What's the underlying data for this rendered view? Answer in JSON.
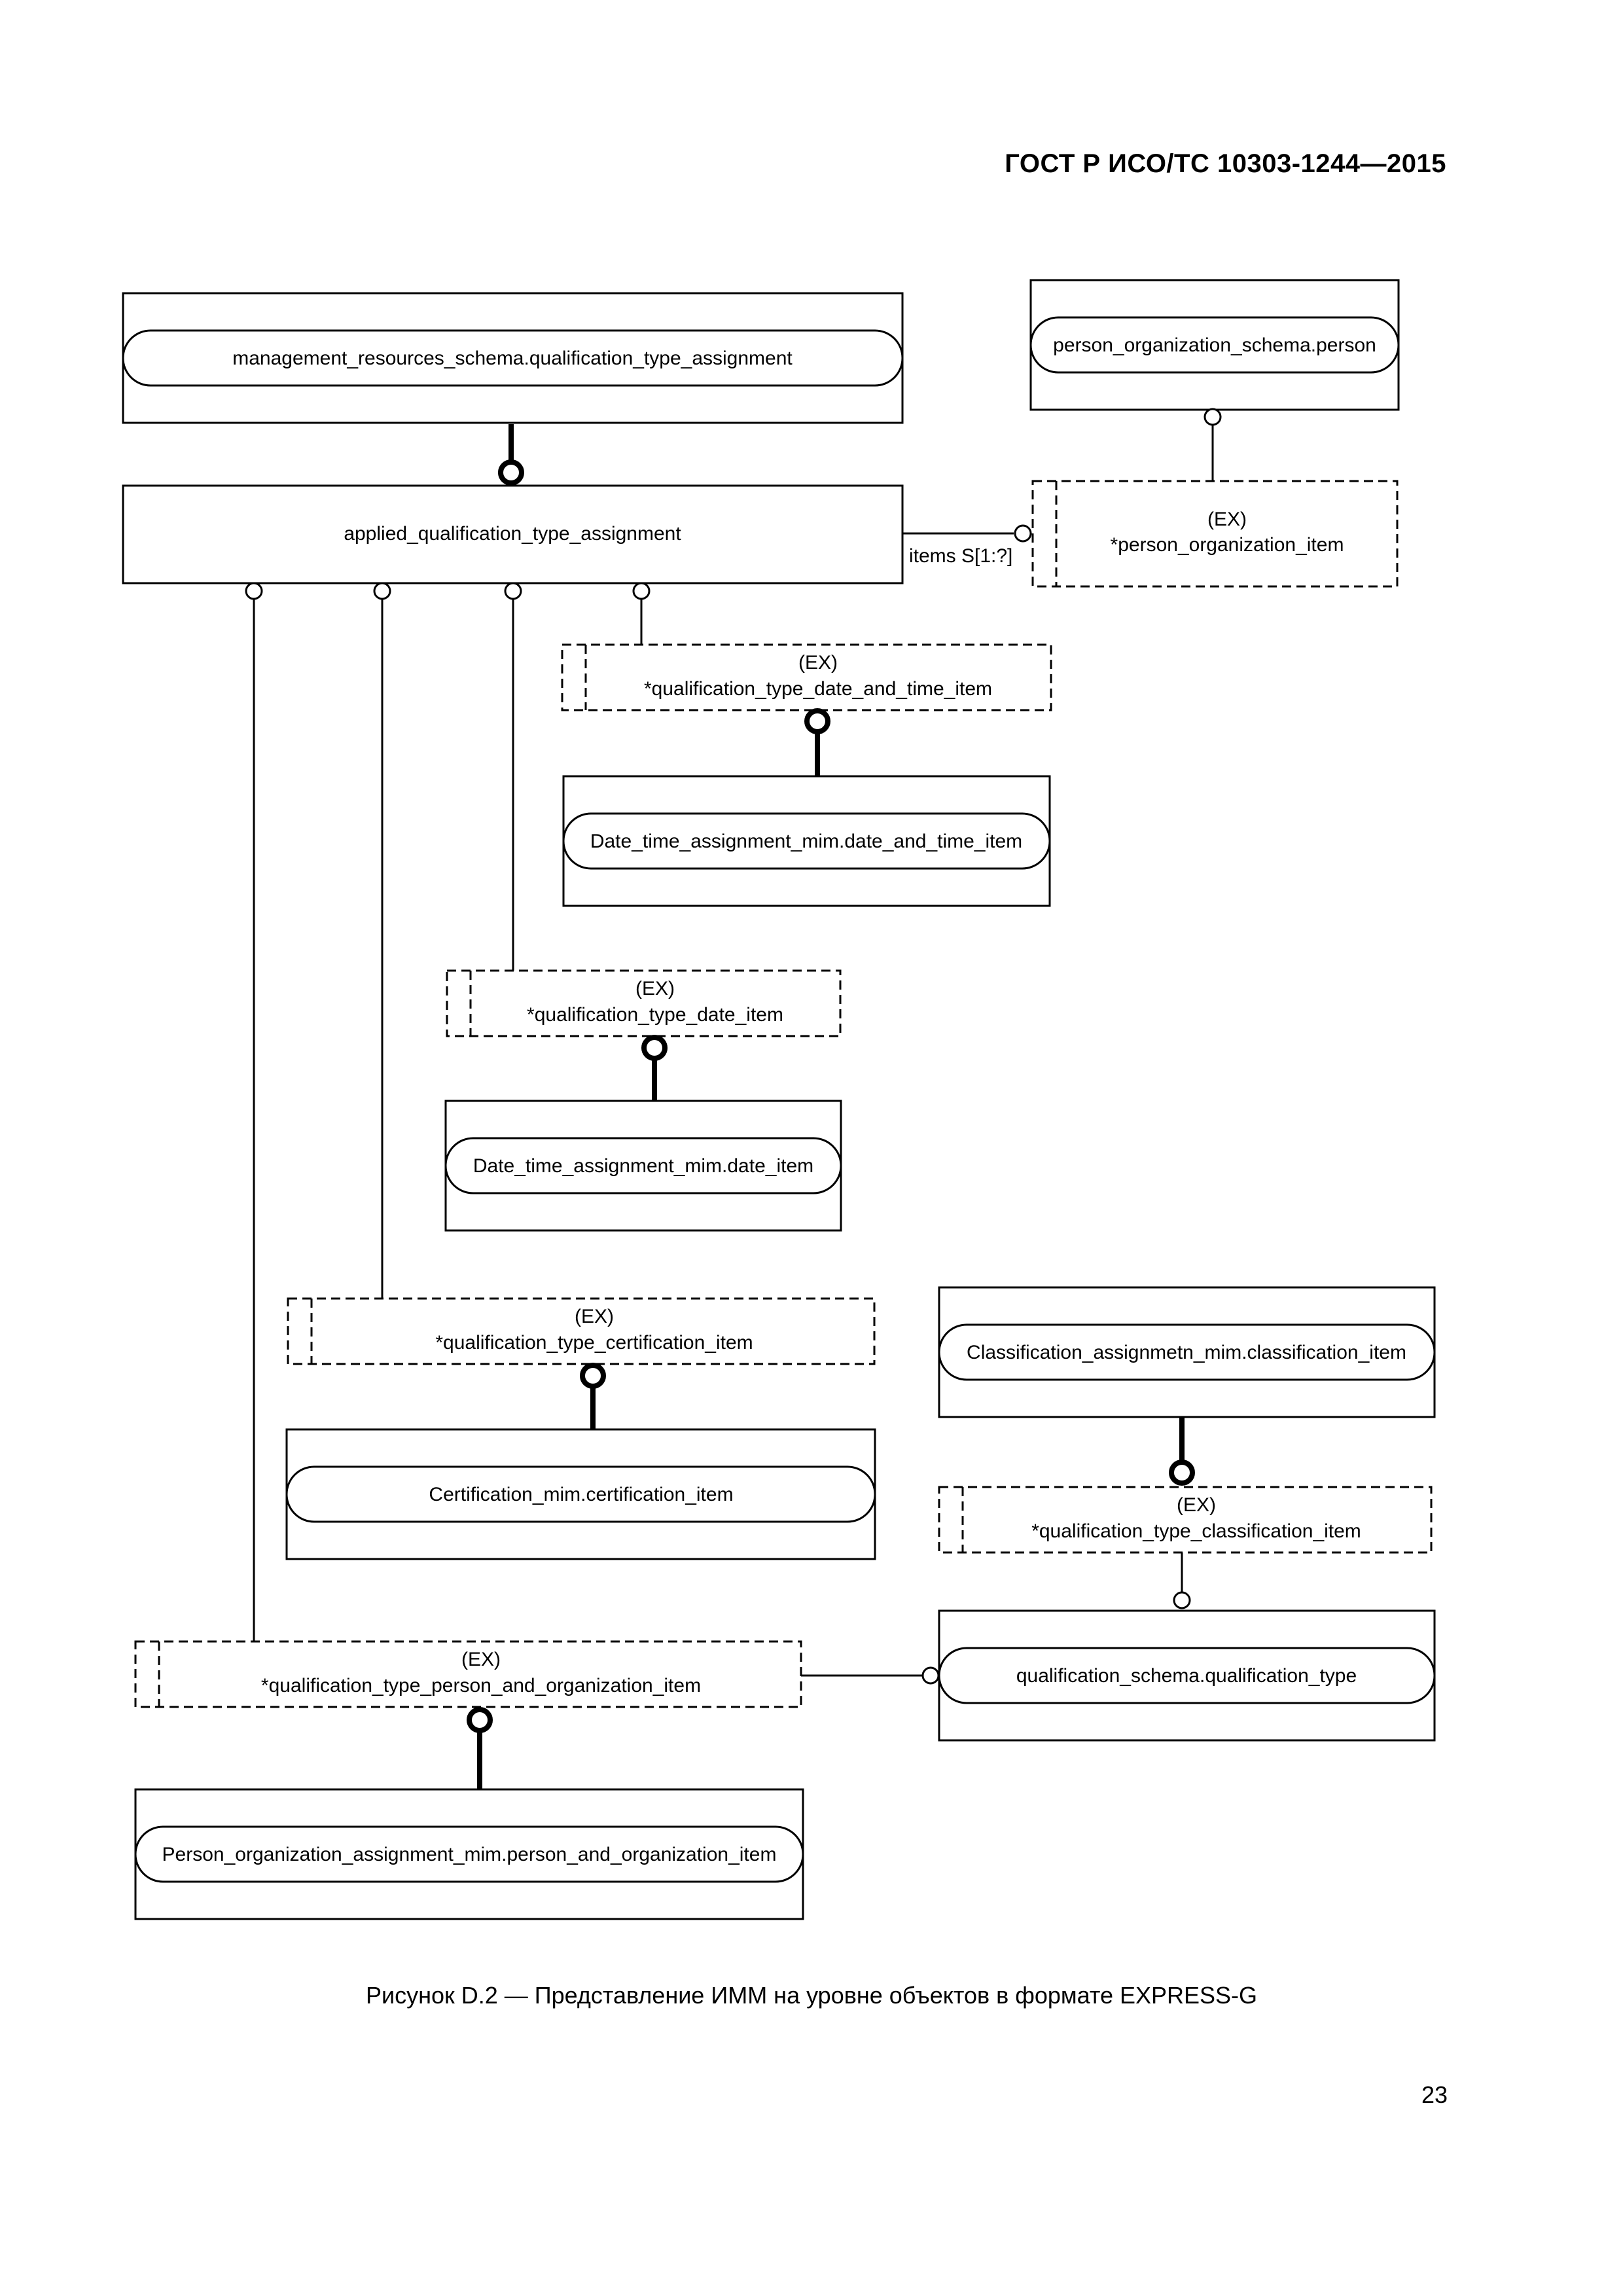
{
  "header": {
    "doc_id": "ГОСТ Р ИСО/ТС 10303-1244—2015"
  },
  "diagram": {
    "mrs_qta": "management_resources_schema.qualification_type_assignment",
    "person": "person_organization_schema.person",
    "aqta": "applied_qualification_type_assignment",
    "items_label": "items S[1:?]",
    "ex_tag": "(EX)",
    "poi": "*person_organization_item",
    "qt_dt_item": "*qualification_type_date_and_time_item",
    "dta_dt_item": "Date_time_assignment_mim.date_and_time_item",
    "qt_date_item": "*qualification_type_date_item",
    "dta_date_item": "Date_time_assignment_mim.date_item",
    "qt_cert_item": "*qualification_type_certification_item",
    "cert_item": "Certification_mim.certification_item",
    "class_item": "Classification_assignmetn_mim.classification_item",
    "qt_class_item": "*qualification_type_classification_item",
    "qs_qt": "qualification_schema.qualification_type",
    "qt_pao_item": "*qualification_type_person_and_organization_item",
    "poa_pao_item": "Person_organization_assignment_mim.person_and_organization_item"
  },
  "caption": "Рисунок D.2 — Представление ИММ на уровне объектов в формате EXPRESS-G",
  "page_number": "23"
}
